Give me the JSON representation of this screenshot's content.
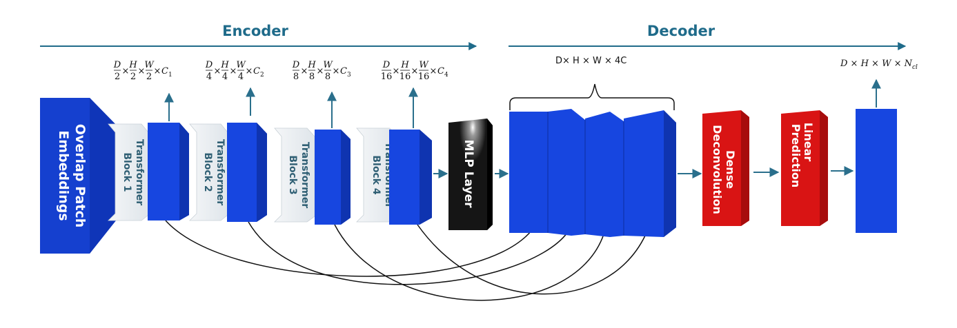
{
  "header": {
    "encoder_title": "Encoder",
    "decoder_title": "Decoder"
  },
  "encoder": {
    "patch_embed_line1": "Overlap Patch",
    "patch_embed_line2": "Embeddings",
    "transformer_blocks": [
      {
        "line1": "Transformer",
        "line2": "Block 1"
      },
      {
        "line1": "Transformer",
        "line2": "Block 2"
      },
      {
        "line1": "Transformer",
        "line2": "Block 3"
      },
      {
        "line1": "Transformer",
        "line2": "Block 4"
      }
    ],
    "stage_dims": [
      {
        "den": "2",
        "c": "1"
      },
      {
        "den": "4",
        "c": "2"
      },
      {
        "den": "8",
        "c": "3"
      },
      {
        "den": "16",
        "c": "4"
      }
    ],
    "dim_symbols": {
      "D": "D",
      "H": "H",
      "W": "W",
      "C": "C",
      "times": "×"
    },
    "mlp_label": "MLP Layer"
  },
  "decoder": {
    "concat_dims": "D× H × W × 4C",
    "deconv_line1": "Dense",
    "deconv_line2": "Deconvolution",
    "linear_line1": "Linear",
    "linear_line2": "Prediction",
    "output_dims": "D × H × W × N",
    "output_subscript": "cl"
  },
  "colors": {
    "feature_blue": "#1746e0",
    "title_teal": "#1f6b8a",
    "deconv_red": "#d91414",
    "mlp_black": "#151515",
    "transformer_white": "#f1f3f5",
    "arrow_teal": "#2a6f8c"
  }
}
